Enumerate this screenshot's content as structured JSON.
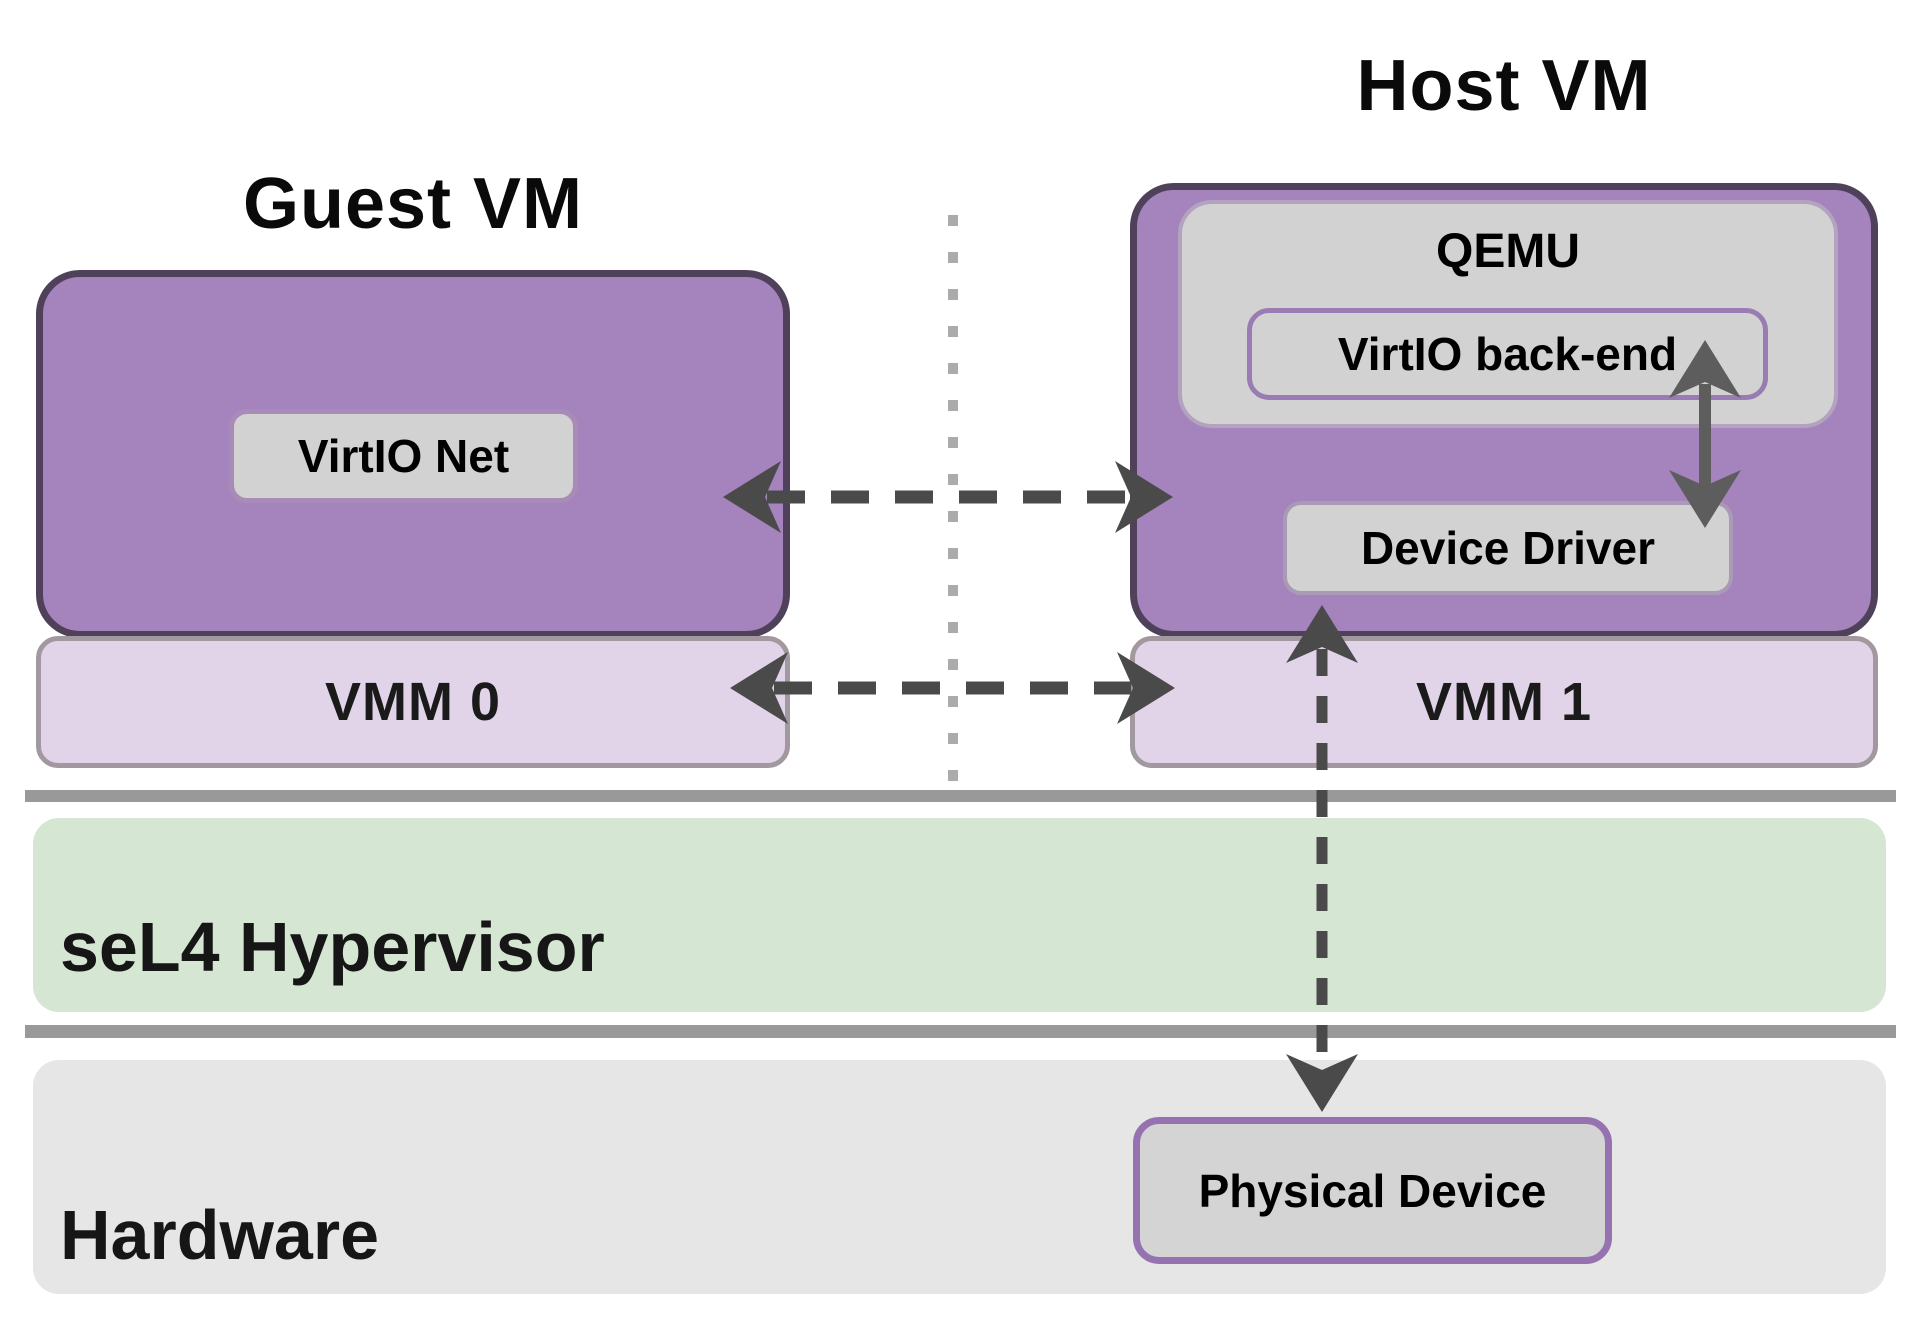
{
  "diagram": {
    "guest": {
      "title": "Guest VM",
      "virtio_net": "VirtIO Net",
      "vmm": "VMM 0"
    },
    "host": {
      "title": "Host VM",
      "qemu": "QEMU",
      "virtio_backend": "VirtIO back-end",
      "device_driver": "Device Driver",
      "vmm": "VMM 1"
    },
    "layers": {
      "hypervisor": "seL4 Hypervisor",
      "hardware": "Hardware",
      "physical_device": "Physical Device"
    },
    "colors": {
      "vm_fill": "#a583bd",
      "vm_border": "#4f4159",
      "vmm_fill": "#e1d4e9",
      "vmm_border": "#a2989f",
      "inner_box_fill": "#d2d2d2",
      "virtio_net_border": "#a98bb8",
      "qemu_border": "#b3a3be",
      "virtio_backend_border": "#9a7cb4",
      "device_driver_border": "#a99ab6",
      "physical_device_border": "#9673b0",
      "hypervisor_fill": "#d5e6d3",
      "hardware_fill": "#e6e6e6",
      "separator": "#999999",
      "dashed_arrow": "#4a4a4a",
      "solid_arrow": "#5d5d5d",
      "dotted_divider": "#ababab"
    }
  }
}
